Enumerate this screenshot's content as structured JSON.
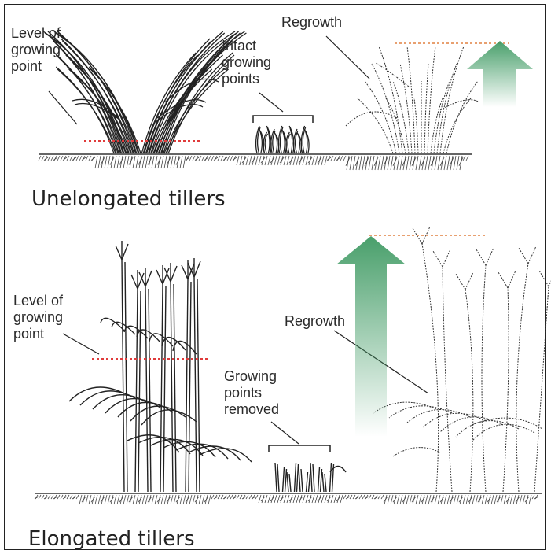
{
  "top": {
    "caption": "Unelongated tillers",
    "level_label": "Level of\ngrowing\npoint",
    "intact_label": "Intact\ngrowing\npoints",
    "regrowth_label": "Regrowth"
  },
  "bottom": {
    "caption": "Elongated tillers",
    "level_label": "Level of\ngrowing\npoint",
    "removed_label": "Growing\npoints\nremoved",
    "regrowth_label": "Regrowth"
  },
  "colors": {
    "growing_point_line": "#e03b3b",
    "regrowth_line": "#e8a070",
    "arrow": "#3f9a63",
    "ink": "#222222"
  }
}
